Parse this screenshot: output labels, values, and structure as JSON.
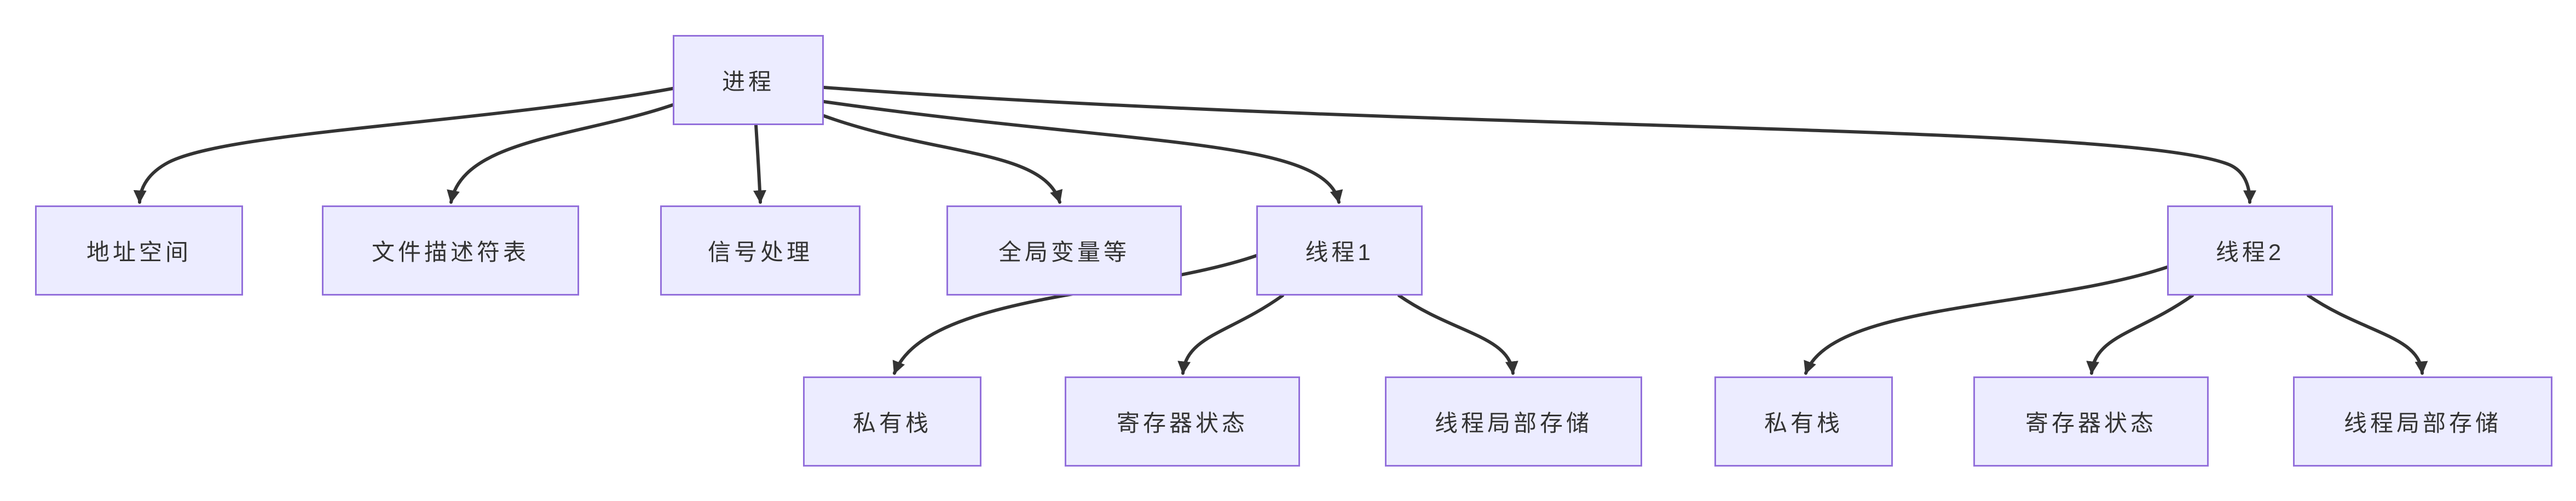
{
  "diagram": {
    "type": "flowchart",
    "direction": "top-down",
    "labels": {
      "process": "进程",
      "address_space": "地址空间",
      "fd_table": "文件描述符表",
      "signal_handling": "信号处理",
      "global_vars": "全局变量等",
      "thread1": "线程1",
      "thread2": "线程2",
      "t1_private_stack": "私有栈",
      "t1_register_state": "寄存器状态",
      "t1_tls": "线程局部存储",
      "t2_private_stack": "私有栈",
      "t2_register_state": "寄存器状态",
      "t2_tls": "线程局部存储"
    },
    "edges": [
      {
        "from": "进程",
        "to": "地址空间"
      },
      {
        "from": "进程",
        "to": "文件描述符表"
      },
      {
        "from": "进程",
        "to": "信号处理"
      },
      {
        "from": "进程",
        "to": "全局变量等"
      },
      {
        "from": "进程",
        "to": "线程1"
      },
      {
        "from": "进程",
        "to": "线程2"
      },
      {
        "from": "线程1",
        "to": "私有栈"
      },
      {
        "from": "线程1",
        "to": "寄存器状态"
      },
      {
        "from": "线程1",
        "to": "线程局部存储"
      },
      {
        "from": "线程2",
        "to": "私有栈"
      },
      {
        "from": "线程2",
        "to": "寄存器状态"
      },
      {
        "from": "线程2",
        "to": "线程局部存储"
      }
    ],
    "colors": {
      "node_fill": "#ECECFF",
      "node_border": "#9370DB",
      "edge_stroke": "#333333",
      "label_text": "#333333",
      "background": "#FFFFFF"
    }
  }
}
